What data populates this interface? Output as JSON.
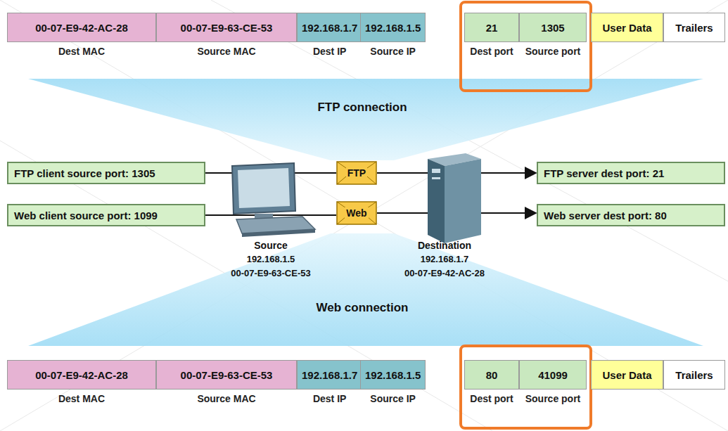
{
  "diagram": {
    "nodes": [
      {
        "text": [
          "00-07-E9-42-AC-28",
          "Dest MAC"
        ]
      },
      {
        "text": [
          "00-07-E9-63-CE-53",
          "Source MAC"
        ]
      },
      {
        "text": [
          "192.168.1.7",
          "Dest IP"
        ]
      },
      {
        "text": [
          "192.168.1.5",
          "Source IP"
        ]
      },
      {
        "text": [
          "21",
          "Dest port"
        ]
      },
      {
        "text": [
          "1305",
          "Source port"
        ]
      },
      {
        "text": [
          "User Data"
        ]
      },
      {
        "text": [
          "Trailers"
        ]
      },
      {
        "text": [
          "FTP client source port: 1305"
        ]
      },
      {
        "text": [
          "FTP"
        ]
      },
      {
        "text": [
          "FTP server dest port: 21"
        ]
      },
      {
        "text": [
          "Web client source port: 1099"
        ]
      },
      {
        "text": [
          "Web"
        ]
      },
      {
        "text": [
          "Web server dest port: 80"
        ]
      },
      {
        "text": [
          "00-07-E9-42-AC-28",
          "Dest MAC"
        ]
      },
      {
        "text": [
          "00-07-E9-63-CE-53",
          "Source MAC"
        ]
      },
      {
        "text": [
          "192.168.1.7",
          "Dest IP"
        ]
      },
      {
        "text": [
          "192.168.1.5",
          "Source IP"
        ]
      },
      {
        "text": [
          "80",
          "Dest port"
        ]
      },
      {
        "text": [
          "41099",
          "Source port"
        ]
      },
      {
        "text": [
          "User Data"
        ]
      },
      {
        "text": [
          "Trailers"
        ]
      }
    ],
    "edges": [
      {
        "from": 8,
        "to": 9,
        "arrow": "none"
      },
      {
        "from": 9,
        "to": 10,
        "arrow": "to"
      },
      {
        "from": 11,
        "to": 12,
        "arrow": "none"
      },
      {
        "from": 12,
        "to": 13,
        "arrow": "to"
      }
    ],
    "labels": [
      "FTP connection",
      "Source",
      "192.168.1.5",
      "00-07-E9-63-CE-53",
      "Destination",
      "192.168.1.7",
      "00-07-E9-42-AC-28",
      "Web connection"
    ]
  }
}
